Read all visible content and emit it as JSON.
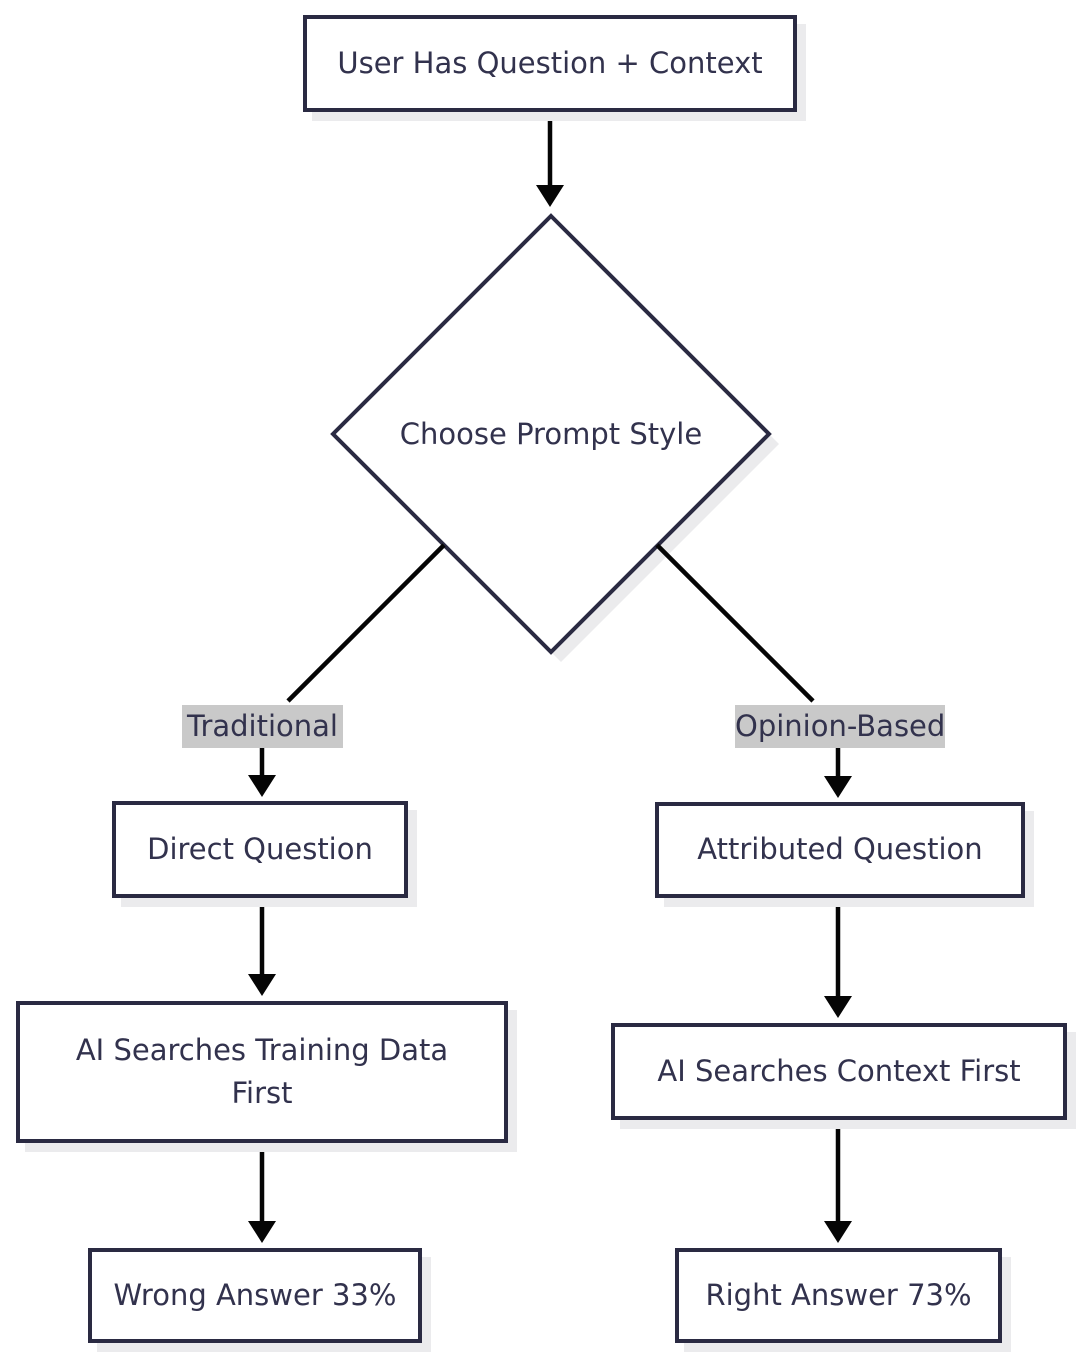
{
  "flowchart": {
    "start": "User Has Question + Context",
    "decision": "Choose Prompt Style",
    "branches": {
      "left_label": "Traditional",
      "right_label": "Opinion-Based"
    },
    "left_path": {
      "step1": "Direct Question",
      "step2": "AI Searches Training Data First",
      "result": "Wrong Answer 33%"
    },
    "right_path": {
      "step1": "Attributed Question",
      "step2": "AI Searches Context First",
      "result": "Right Answer 73%"
    }
  },
  "colors": {
    "background": "#ffffff",
    "node_fill": "#ffffff",
    "node_border": "#2a2a42",
    "node_shadow": "#ebebed",
    "text": "#32324d",
    "branch_label_bg": "#c9c9c9",
    "arrow": "#050505"
  }
}
